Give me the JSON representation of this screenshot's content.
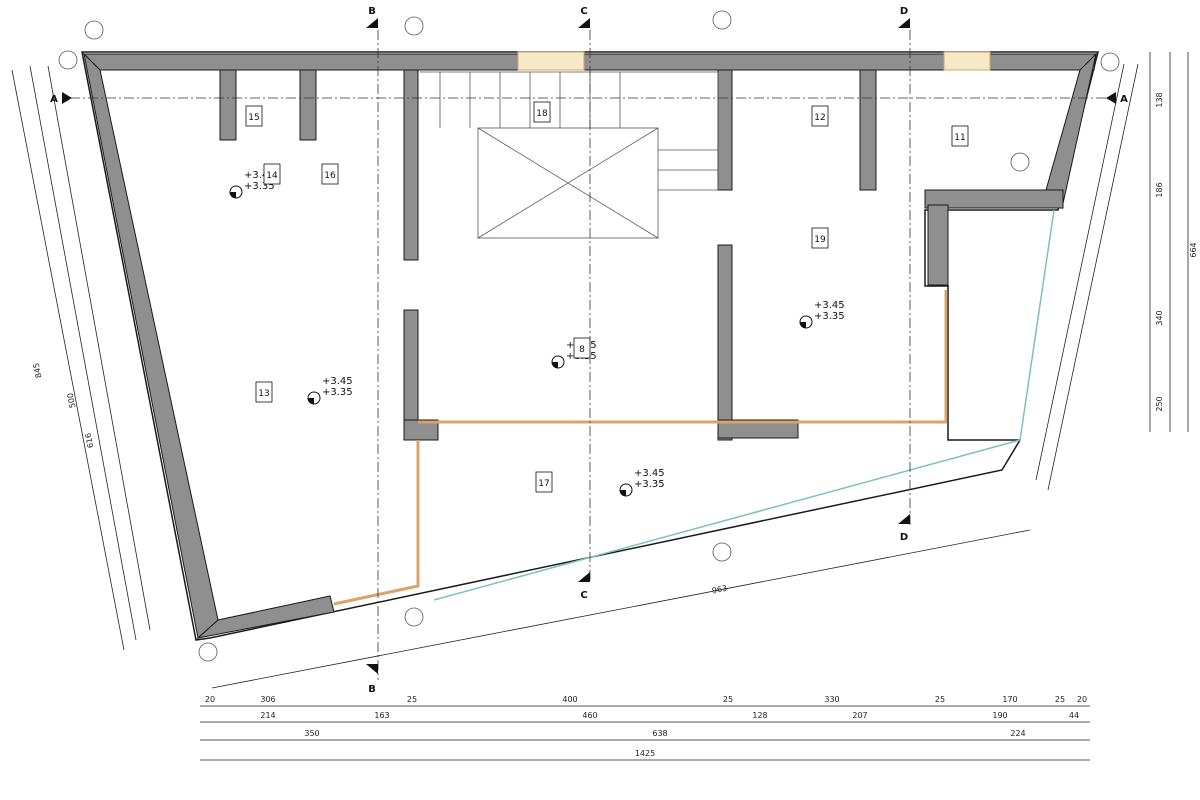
{
  "rooms": [
    "13",
    "14",
    "15",
    "16",
    "17",
    "18",
    "19",
    "11",
    "12",
    "8"
  ],
  "levels": {
    "top": "+3.45",
    "bottom": "+3.35"
  },
  "sections": [
    "B",
    "C",
    "D",
    "A"
  ],
  "dimensions": {
    "bottom_row1": [
      "20",
      "306",
      "25",
      "400",
      "25",
      "330",
      "25",
      "170",
      "25",
      "20"
    ],
    "bottom_row2": [
      "214",
      "163",
      "460",
      "128",
      "207",
      "190",
      "44"
    ],
    "bottom_row3": [
      "350",
      "638",
      "224"
    ],
    "bottom_total": "1425",
    "diagonal_bottom": "963",
    "right_col1": [
      "138",
      "186",
      "340",
      "250"
    ],
    "right_col2": [
      "664"
    ],
    "left_diag": [
      "845",
      "500",
      "616"
    ]
  },
  "colors": {
    "wall": "#8f8f8f",
    "ink": "#1a1a1a",
    "timber": "#d8a46b",
    "glass": "#7fbfbf",
    "accent": "#c8603a"
  }
}
